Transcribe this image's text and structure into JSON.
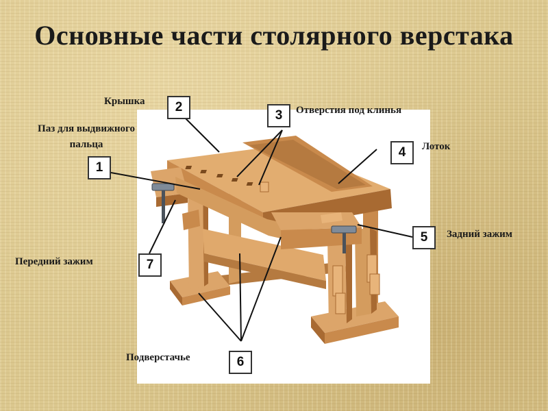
{
  "title": "Основные части столярного верстака",
  "labels": {
    "lid": "Крышка",
    "slot_line1": "Паз для выдвижного",
    "slot_line2": "пальца",
    "wedge_holes": "Отверстия под клинья",
    "tray": "Лоток",
    "rear_clamp": "Задний зажим",
    "front_clamp": "Передний зажим",
    "underframe": "Подверстачье"
  },
  "numbers": {
    "n1": "1",
    "n2": "2",
    "n3": "3",
    "n4": "4",
    "n5": "5",
    "n6": "6",
    "n7": "7"
  },
  "colors": {
    "background": "#dcc88f",
    "wood_light": "#dca56a",
    "wood_mid": "#c98a4c",
    "wood_dark": "#a86a32"
  }
}
